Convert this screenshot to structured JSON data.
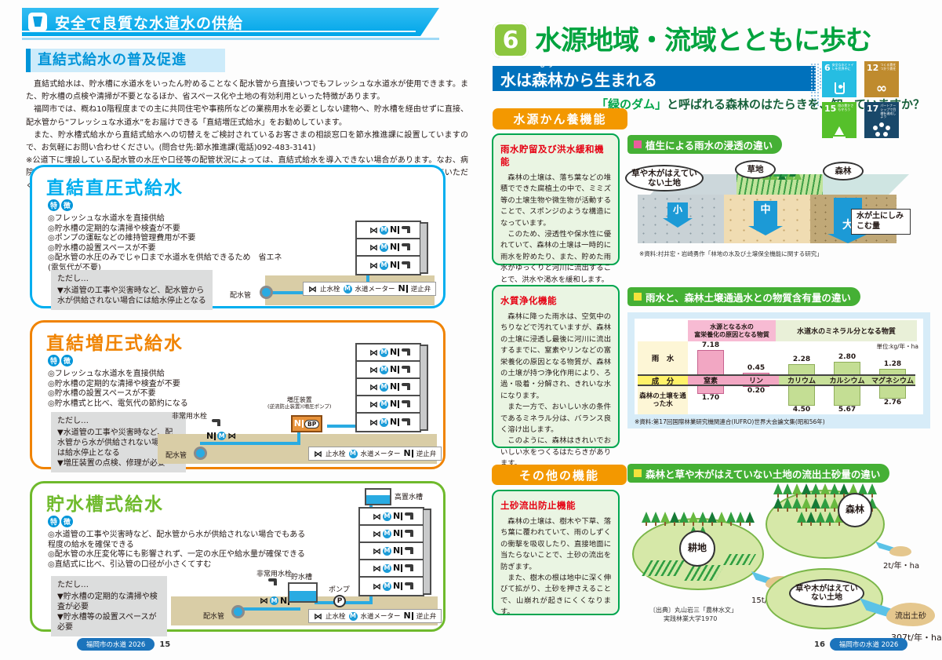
{
  "left_page": {
    "banner_title": "安全で良質な水道水の供給",
    "section_title": "直結式給水の普及促進",
    "intro": [
      "直結式給水は、貯水槽に水道水をいったん貯めることなく配水管から直接いつでもフレッシュな水道水が使用できます。また、貯水槽の点検や清掃が不要となるほか、省スペース化や土地の有効利用といった特徴があります。",
      "福岡市では、概ね10階程度までの主に共同住宅や事務所などの業務用水を必要としない建物へ、貯水槽を経由せずに直接、配水管から“フレッシュな水道水”をお届けできる「直結増圧式給水」をお勧めしています。",
      "また、貯水槽式給水から直結式給水への切替えをご検討されているお客さまの相談窓口を節水推進課に設置していますので、お気軽にお問い合わせください。(問合せ先:節水推進課(電話)092-483-3141)",
      "※公道下に埋設している配水管の水圧や口径等の配管状況によっては、直結式給水を導入できない場合があります。なお、病院・ホテル・飲食店・工場など断水が生じた場合でも一定の業務用水を必要とする施設については、貯水槽を設置していただく必要があります。"
    ],
    "badge": [
      "特",
      "徴"
    ],
    "legend": {
      "stop_valve": "止水栓",
      "meter": "水道メーター",
      "check_valve": "逆止弁"
    },
    "pipe_label": "配水管",
    "boxes": [
      {
        "title": "直結直圧式給水",
        "features": [
          "◎フレッシュな水道水を直接供給",
          "◎貯水槽の定期的な清掃や検査が不要",
          "◎ポンプの運転などの維持管理費用が不要",
          "◎貯水槽の設置スペースが不要",
          "◎配水管の水圧のみでじゃ口まで水道水を供給できるため　省エネ(電気代が不要)"
        ],
        "note_title": "ただし…",
        "notes": [
          "▼水道管の工事や災害時など、配水管から水が供給されない場合には給水停止となる"
        ]
      },
      {
        "title": "直結増圧式給水",
        "features": [
          "◎フレッシュな水道水を直接供給",
          "◎貯水槽の定期的な清掃や検査が不要",
          "◎貯水槽の設置スペースが不要",
          "◎貯水槽式と比べ、電気代の節約になる"
        ],
        "note_title": "ただし…",
        "notes": [
          "▼水道管の工事や災害時など、配水管から水が供給されない場合には給水停止となる",
          "▼増圧装置の点検、修理が必要"
        ],
        "labels": {
          "emergency_tap": "非常用水栓",
          "booster": "増圧装置",
          "booster_sub": "(逆流防止装置)(増圧ポンプ)",
          "bp": "BP"
        }
      },
      {
        "title": "貯水槽式給水",
        "features": [
          "◎水道管の工事や災害時など、配水管から水が供給されない場合でもある程度の給水を確保できる",
          "◎配水管の水圧変化等にも影響されず、一定の水圧や給水量が確保できる",
          "◎直結式に比べ、引込管の口径が小さくてすむ"
        ],
        "note_title": "ただし…",
        "notes": [
          "▼貯水槽の定期的な清掃や検査が必要",
          "▼貯水槽等の設置スペースが必要"
        ],
        "labels": {
          "roof_tank": "高置水槽",
          "storage_tank": "貯水槽",
          "pump": "ポンプ",
          "p": "P",
          "emergency_tap": "非常用水栓"
        }
      }
    ],
    "footer": {
      "badge": "福岡市の水道 2026",
      "page": "15"
    }
  },
  "right_page": {
    "header": {
      "number": "6",
      "title": "水源地域・流域とともに歩む",
      "banner_pre": "水は",
      "banner_ruby": "森林",
      "banner_rt": "もり",
      "banner_post": "から生まれる",
      "subtitle_em": "「緑のダム」",
      "subtitle": "と呼ばれる森林のはたらきを、知っていますか？"
    },
    "sdg_icons": [
      {
        "num": "6",
        "label": "安全な水とトイレを世界中に",
        "color": "#26bde2"
      },
      {
        "num": "12",
        "label": "つくる責任 つかう責任",
        "color": "#bf8b2e"
      },
      {
        "num": "15",
        "label": "陸の豊かさも守ろう",
        "color": "#56c02b"
      },
      {
        "num": "17",
        "label": "パートナーシップで目標を達成しよう",
        "color": "#19486a"
      }
    ],
    "pill_recharge": "水源かん養機能",
    "pill_other": "その他の機能",
    "box_rain": {
      "title": "雨水貯留及び洪水緩和機能",
      "paras": [
        "森林の土壌は、落ち葉などの堆積でできた腐植土の中で、ミミズ等の土壌生物や微生物が活動することで、スポンジのような構造になっています。",
        "このため、浸透性や保水性に優れていて、森林の土壌は一時的に雨水を貯めたり、また、貯めた雨水がゆっくりと河川に流出することで、洪水や渇水を緩和します。"
      ]
    },
    "box_purify": {
      "title": "水質浄化機能",
      "paras": [
        "森林に降った雨水は、空気中のちりなどで汚れていますが、森林の土壌に浸透し最後に河川に流出するまでに、窒素やリンなどの富栄養化の原因となる物質が、森林の土壌が持つ浄化作用により、ろ過・吸着・分解され、きれいな水になります。",
        "また一方で、おいしい水の条件であるミネラル分は、バランス良く溶け出します。",
        "このように、森林はきれいでおいしい水をつくるはたらきがあります。"
      ]
    },
    "box_sediment": {
      "title": "土砂流出防止機能",
      "paras": [
        "森林の土壌は、樹木や下草、落ち葉に覆われていて、雨のしずくの衝撃を吸収したり、直接地面に当たらないことで、土砂の流出を防ぎます。",
        "また、樹木の根は地中に深く伸びて拡がり、土砂を押さえることで、山崩れが起きにくくなります。"
      ]
    },
    "diagram_infiltration": {
      "heading": "植生による雨水の浸透の違い",
      "lands": [
        {
          "name": "草や木がはえていない土地",
          "amount": "小"
        },
        {
          "name": "草地",
          "amount": "中"
        },
        {
          "name": "森林",
          "amount": "大"
        }
      ],
      "callout": "水が土にしみこむ量",
      "source": "※資料:村井宏・岩崎勇作「林地の水及び土壌保全機能に関する研究」"
    },
    "diagram_runoff": {
      "heading": "森林と草や木がはえていない土地の流出土砂量の違い",
      "items": [
        {
          "name": "耕地",
          "value": "15t/年・ha"
        },
        {
          "name": "森林",
          "value": "2t/年・ha"
        },
        {
          "name": "草や木がはえていない土地",
          "value": "307t/年・ha",
          "runoff_label": "流出土砂"
        }
      ],
      "source1": "〔出典〕丸山岩三「農林水文」",
      "source2": "実践林業大学1970"
    },
    "footer": {
      "page": "16",
      "badge": "福岡市の水道 2026"
    }
  },
  "chart_data": {
    "type": "bar",
    "title": "雨水と、森林土壌通過水との物質含有量の違い",
    "unit": "単位:kg/年・ha",
    "group_headers": [
      "水源となる水の\n富栄養化の原因となる物質",
      "水道水のミネラル分となる物質"
    ],
    "row_labels": [
      "雨　水",
      "成　分",
      "森林の土壌を通った水"
    ],
    "categories": [
      "窒素",
      "リン",
      "カリウム",
      "カルシウム",
      "マグネシウム"
    ],
    "series": [
      {
        "name": "雨水",
        "values": [
          7.18,
          0.45,
          2.28,
          2.8,
          1.28
        ]
      },
      {
        "name": "森林の土壌を通った水",
        "values": [
          1.7,
          0.2,
          4.5,
          5.67,
          2.76
        ]
      }
    ],
    "axis_zero": "center-band",
    "legend_position": "none",
    "source": "※資料:第17回国際林業研究機関連合(IUFRO)世界大会論文集(昭和56年)"
  }
}
